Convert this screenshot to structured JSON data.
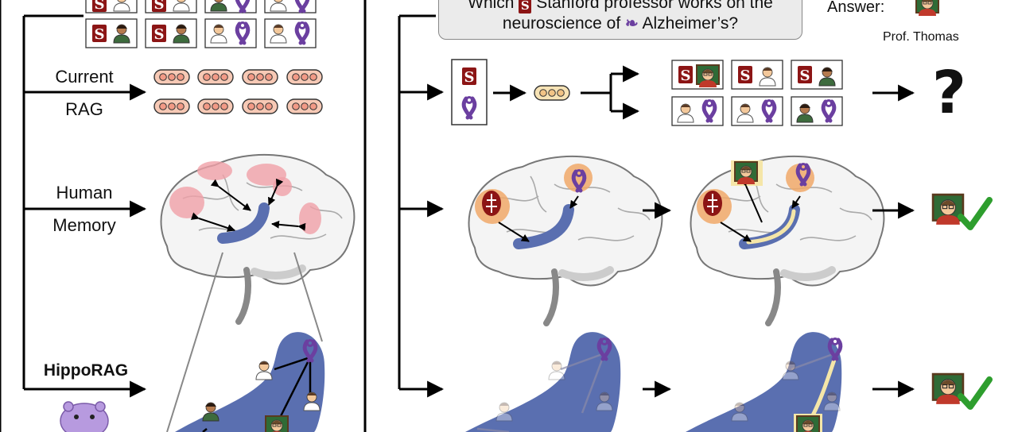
{
  "query": {
    "line1_before": "Which",
    "line1_after": "Stanford professor works on the",
    "line2_before": "neuroscience of",
    "line2_after": "Alzheimer’s?"
  },
  "answer": {
    "label": "Answer:",
    "name": "Prof. Thomas"
  },
  "rows": {
    "current_rag": {
      "line1": "Current",
      "line2": "RAG",
      "result": "?"
    },
    "human_memory": {
      "line1": "Human",
      "line2": "Memory"
    },
    "hipporag": {
      "label": "HippoRAG"
    }
  },
  "colors": {
    "stanford_red": "#8c1515",
    "alzheimer_purple": "#6b3fa0",
    "hippocampus_blue": "#5a6fb0",
    "check_green": "#2e9e2e",
    "cortex_pink": "#f0a0a8",
    "cortex_orange": "#f0a868",
    "highlight_yellow": "#f5e6a8"
  }
}
